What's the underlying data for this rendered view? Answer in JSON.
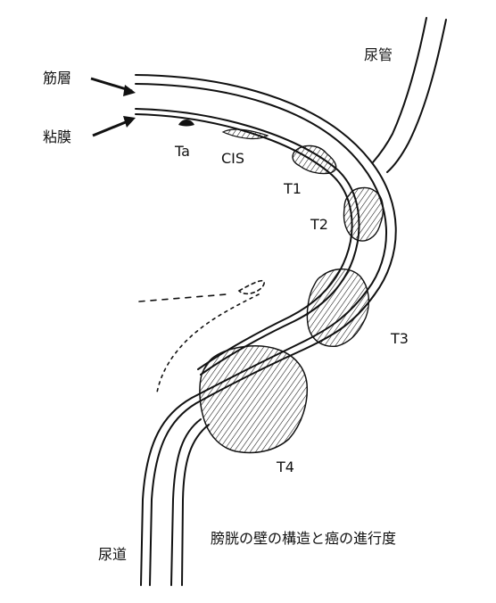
{
  "labels": {
    "muscle_layer": "筋層",
    "mucosa": "粘膜",
    "ureter": "尿管",
    "urethra": "尿道",
    "ta": "Ta",
    "cis": "CIS",
    "t1": "T1",
    "t2": "T2",
    "t3": "T3",
    "t4": "T4"
  },
  "caption": "膀胱の壁の構造と癌の進行度",
  "colors": {
    "ink": "#111111",
    "background": "#ffffff"
  }
}
